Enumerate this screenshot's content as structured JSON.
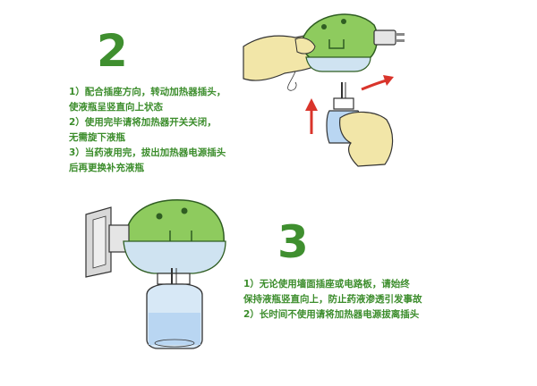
{
  "step2": {
    "number": "2",
    "lines": [
      "1）配合插座方向，转动加热器插头，",
      "使液瓶呈竖直向上状态",
      "2）使用完毕请将加热器开关关闭，",
      "无需旋下液瓶",
      "3）当药液用完，拔出加热器电源插头",
      "后再更换补充液瓶"
    ]
  },
  "step3": {
    "number": "3",
    "lines": [
      "1）无论使用墙面插座或电路板，请始终",
      "保持液瓶竖直向上，防止药液渗透引发事故",
      "2）长时间不使用请将加热器电源拔离插头"
    ]
  },
  "colors": {
    "text_green": "#3c8d2c",
    "heater_green": "#8ecb5e",
    "heater_dark": "#5aa03a",
    "liquid_blue": "#b9d6f2",
    "arrow_red": "#d9342b",
    "skin": "#f2e6a8"
  }
}
